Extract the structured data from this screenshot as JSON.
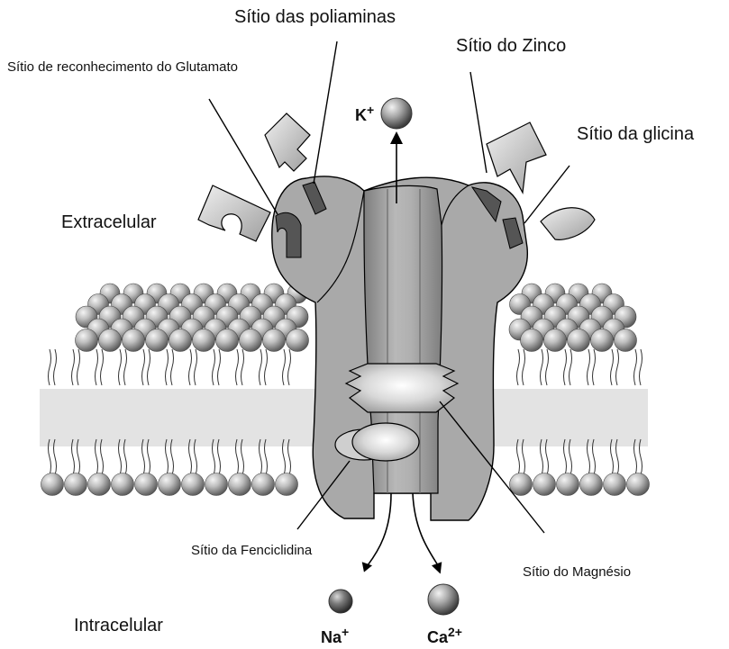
{
  "labels": {
    "polyamine_site": "Sítio das poliaminas",
    "glutamate_site": "Sítio de reconhecimento do Glutamato",
    "zinc_site": "Sítio do Zinco",
    "glycine_site": "Sítio da glicina",
    "extracellular": "Extracelular",
    "intracellular": "Intracelular",
    "phencyclidine_site": "Sítio da Fenciclidina",
    "magnesium_site": "Sítio do Magnésio"
  },
  "ions": {
    "potassium": {
      "symbol": "K",
      "charge": "+"
    },
    "sodium": {
      "symbol": "Na",
      "charge": "+"
    },
    "calcium": {
      "symbol": "Ca",
      "charge": "2+"
    }
  },
  "colors": {
    "receptor_body": "#aaaaaa",
    "channel_core": "#8c8c8c",
    "site_dark": "#555555",
    "ligand_fill": "#d6d6d6",
    "membrane_core": "#e3e3e3",
    "lipid_head": "#9a9a9a",
    "outline": "#000000"
  }
}
